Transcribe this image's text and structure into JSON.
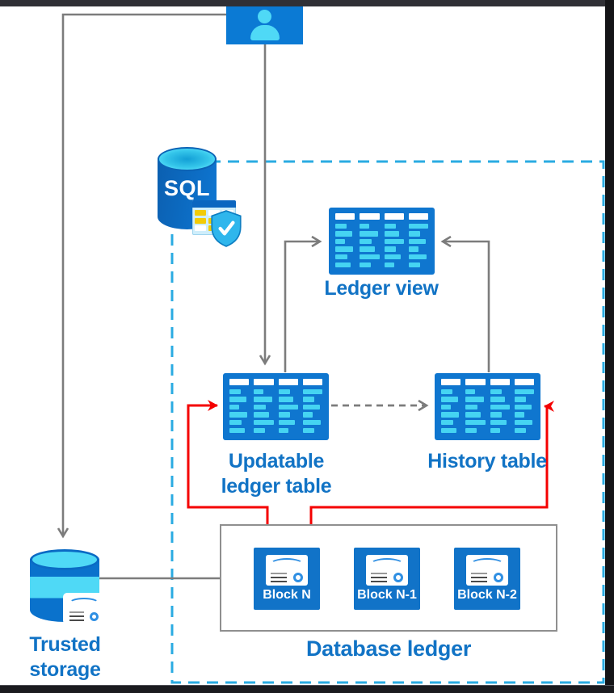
{
  "diagram": "SQL database ledger architecture",
  "nodes": {
    "user": {
      "icon": "person-icon"
    },
    "sql": {
      "label": "SQL",
      "icon": "sql-database-icon",
      "badge_icon": "table-shield-check-icon"
    },
    "ledger_view": {
      "label": "Ledger view",
      "icon": "table-icon"
    },
    "updatable_ledger_table": {
      "label_line1": "Updatable",
      "label_line2": "ledger table",
      "icon": "table-icon"
    },
    "history_table": {
      "label": "History table",
      "icon": "table-icon"
    },
    "database_ledger": {
      "label": "Database ledger",
      "blocks": [
        {
          "label": "Block N",
          "icon": "block-record-icon"
        },
        {
          "label": "Block N-1",
          "icon": "block-record-icon"
        },
        {
          "label": "Block N-2",
          "icon": "block-record-icon"
        }
      ]
    },
    "trusted_storage": {
      "label_line1": "Trusted",
      "label_line2": "storage",
      "icon": "database-cylinder-icon"
    }
  },
  "edges": [
    {
      "from": "user",
      "to": "trusted_storage",
      "style": "solid",
      "color": "gray"
    },
    {
      "from": "user",
      "to": "updatable_ledger_table",
      "style": "solid",
      "color": "gray"
    },
    {
      "from": "updatable_ledger_table",
      "to": "ledger_view",
      "style": "solid",
      "color": "gray"
    },
    {
      "from": "history_table",
      "to": "ledger_view",
      "style": "solid",
      "color": "gray"
    },
    {
      "from": "updatable_ledger_table",
      "to": "history_table",
      "style": "dashed",
      "color": "gray"
    },
    {
      "from": "trusted_storage",
      "to": "block_n",
      "style": "solid",
      "color": "gray"
    },
    {
      "from": "block_n",
      "to": "updatable_ledger_table",
      "style": "solid",
      "color": "red"
    },
    {
      "from": "block_n",
      "to": "history_table",
      "style": "solid",
      "color": "red"
    },
    {
      "from": "block_n",
      "to": "block_n_1",
      "style": "solid",
      "color": "red"
    },
    {
      "from": "block_n_1",
      "to": "block_n_2",
      "style": "solid",
      "color": "red"
    }
  ],
  "colors": {
    "primary_blue": "#0f76cf",
    "cyan": "#4fd9f6",
    "label_blue": "#1173c5",
    "red": "#f40000",
    "gray_line": "#7c7c7c",
    "dashed_boundary_teal": "#2aabe2",
    "yellow_cells": "#f2cb05"
  }
}
